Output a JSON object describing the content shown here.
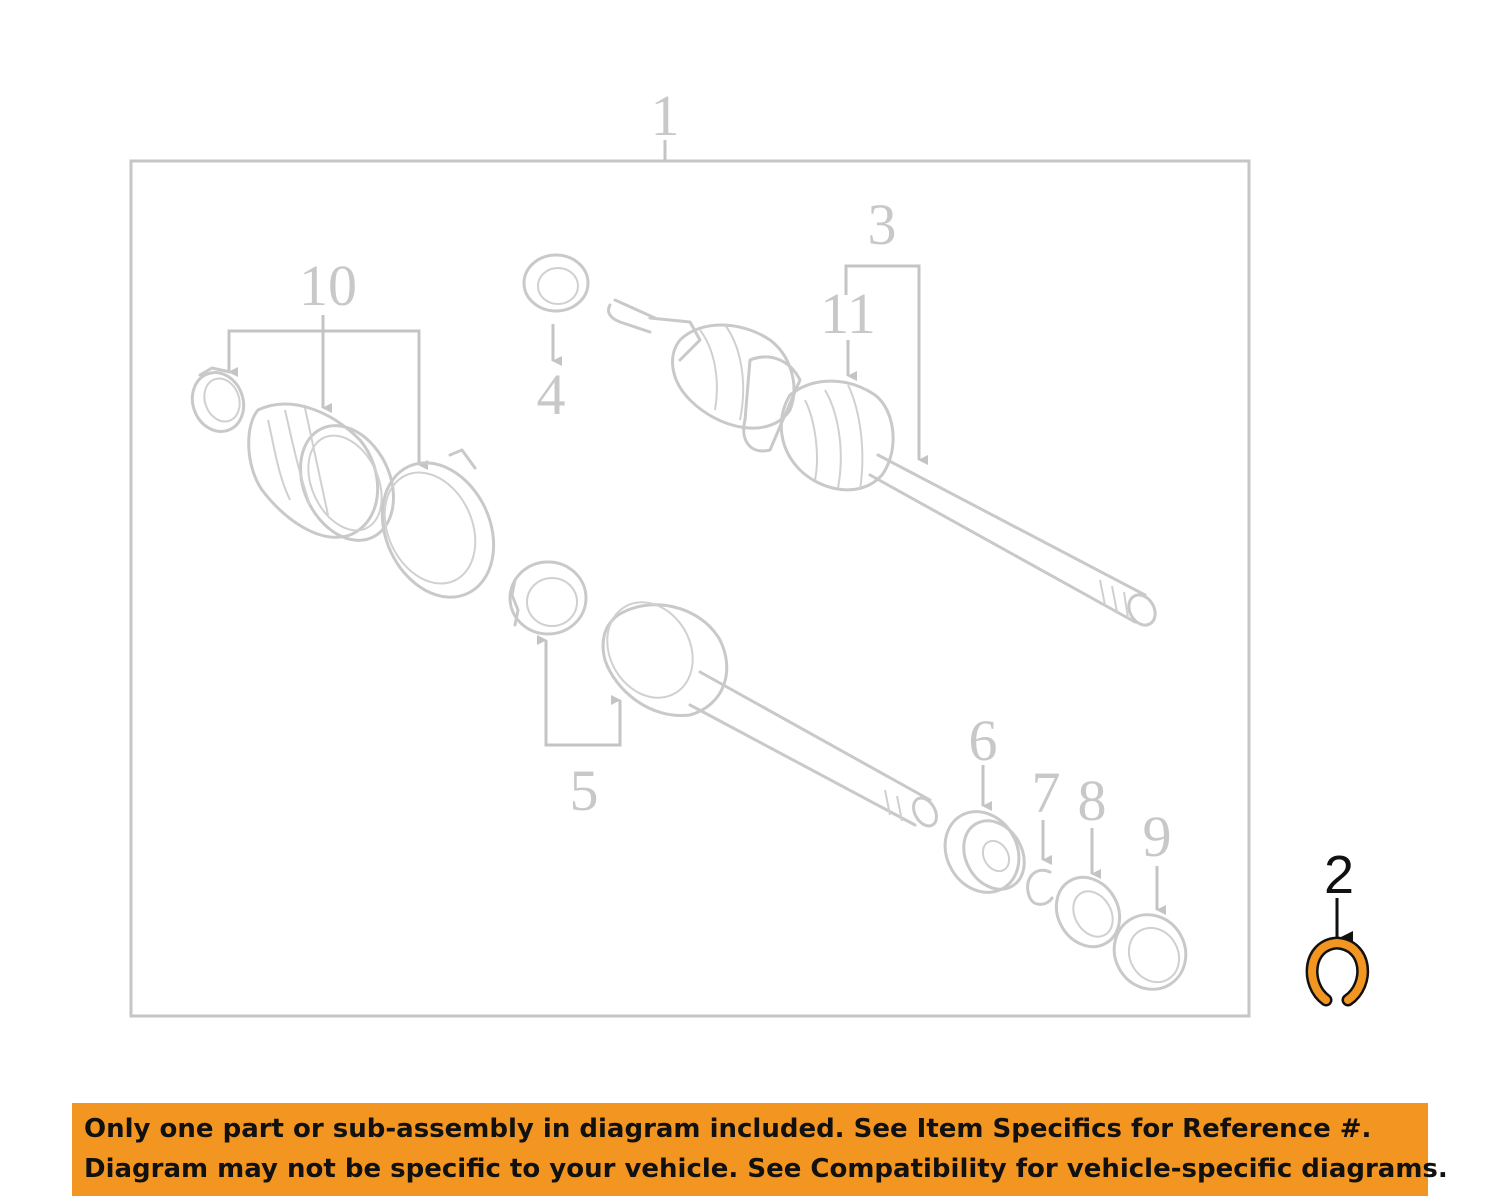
{
  "callouts": {
    "c1": "1",
    "c2": "2",
    "c3": "3",
    "c4": "4",
    "c5": "5",
    "c6": "6",
    "c7": "7",
    "c8": "8",
    "c9": "9",
    "c10": "10",
    "c11": "11"
  },
  "highlighted_part": "2",
  "colors": {
    "highlight": "#f39521",
    "muted": "#c8c8c8",
    "banner": "#f39521"
  },
  "banner": {
    "line1": "Only one part or sub-assembly in diagram included. See Item Specifics for Reference #.",
    "line2": "Diagram may not be specific to your vehicle. See Compatibility for vehicle-specific diagrams."
  }
}
